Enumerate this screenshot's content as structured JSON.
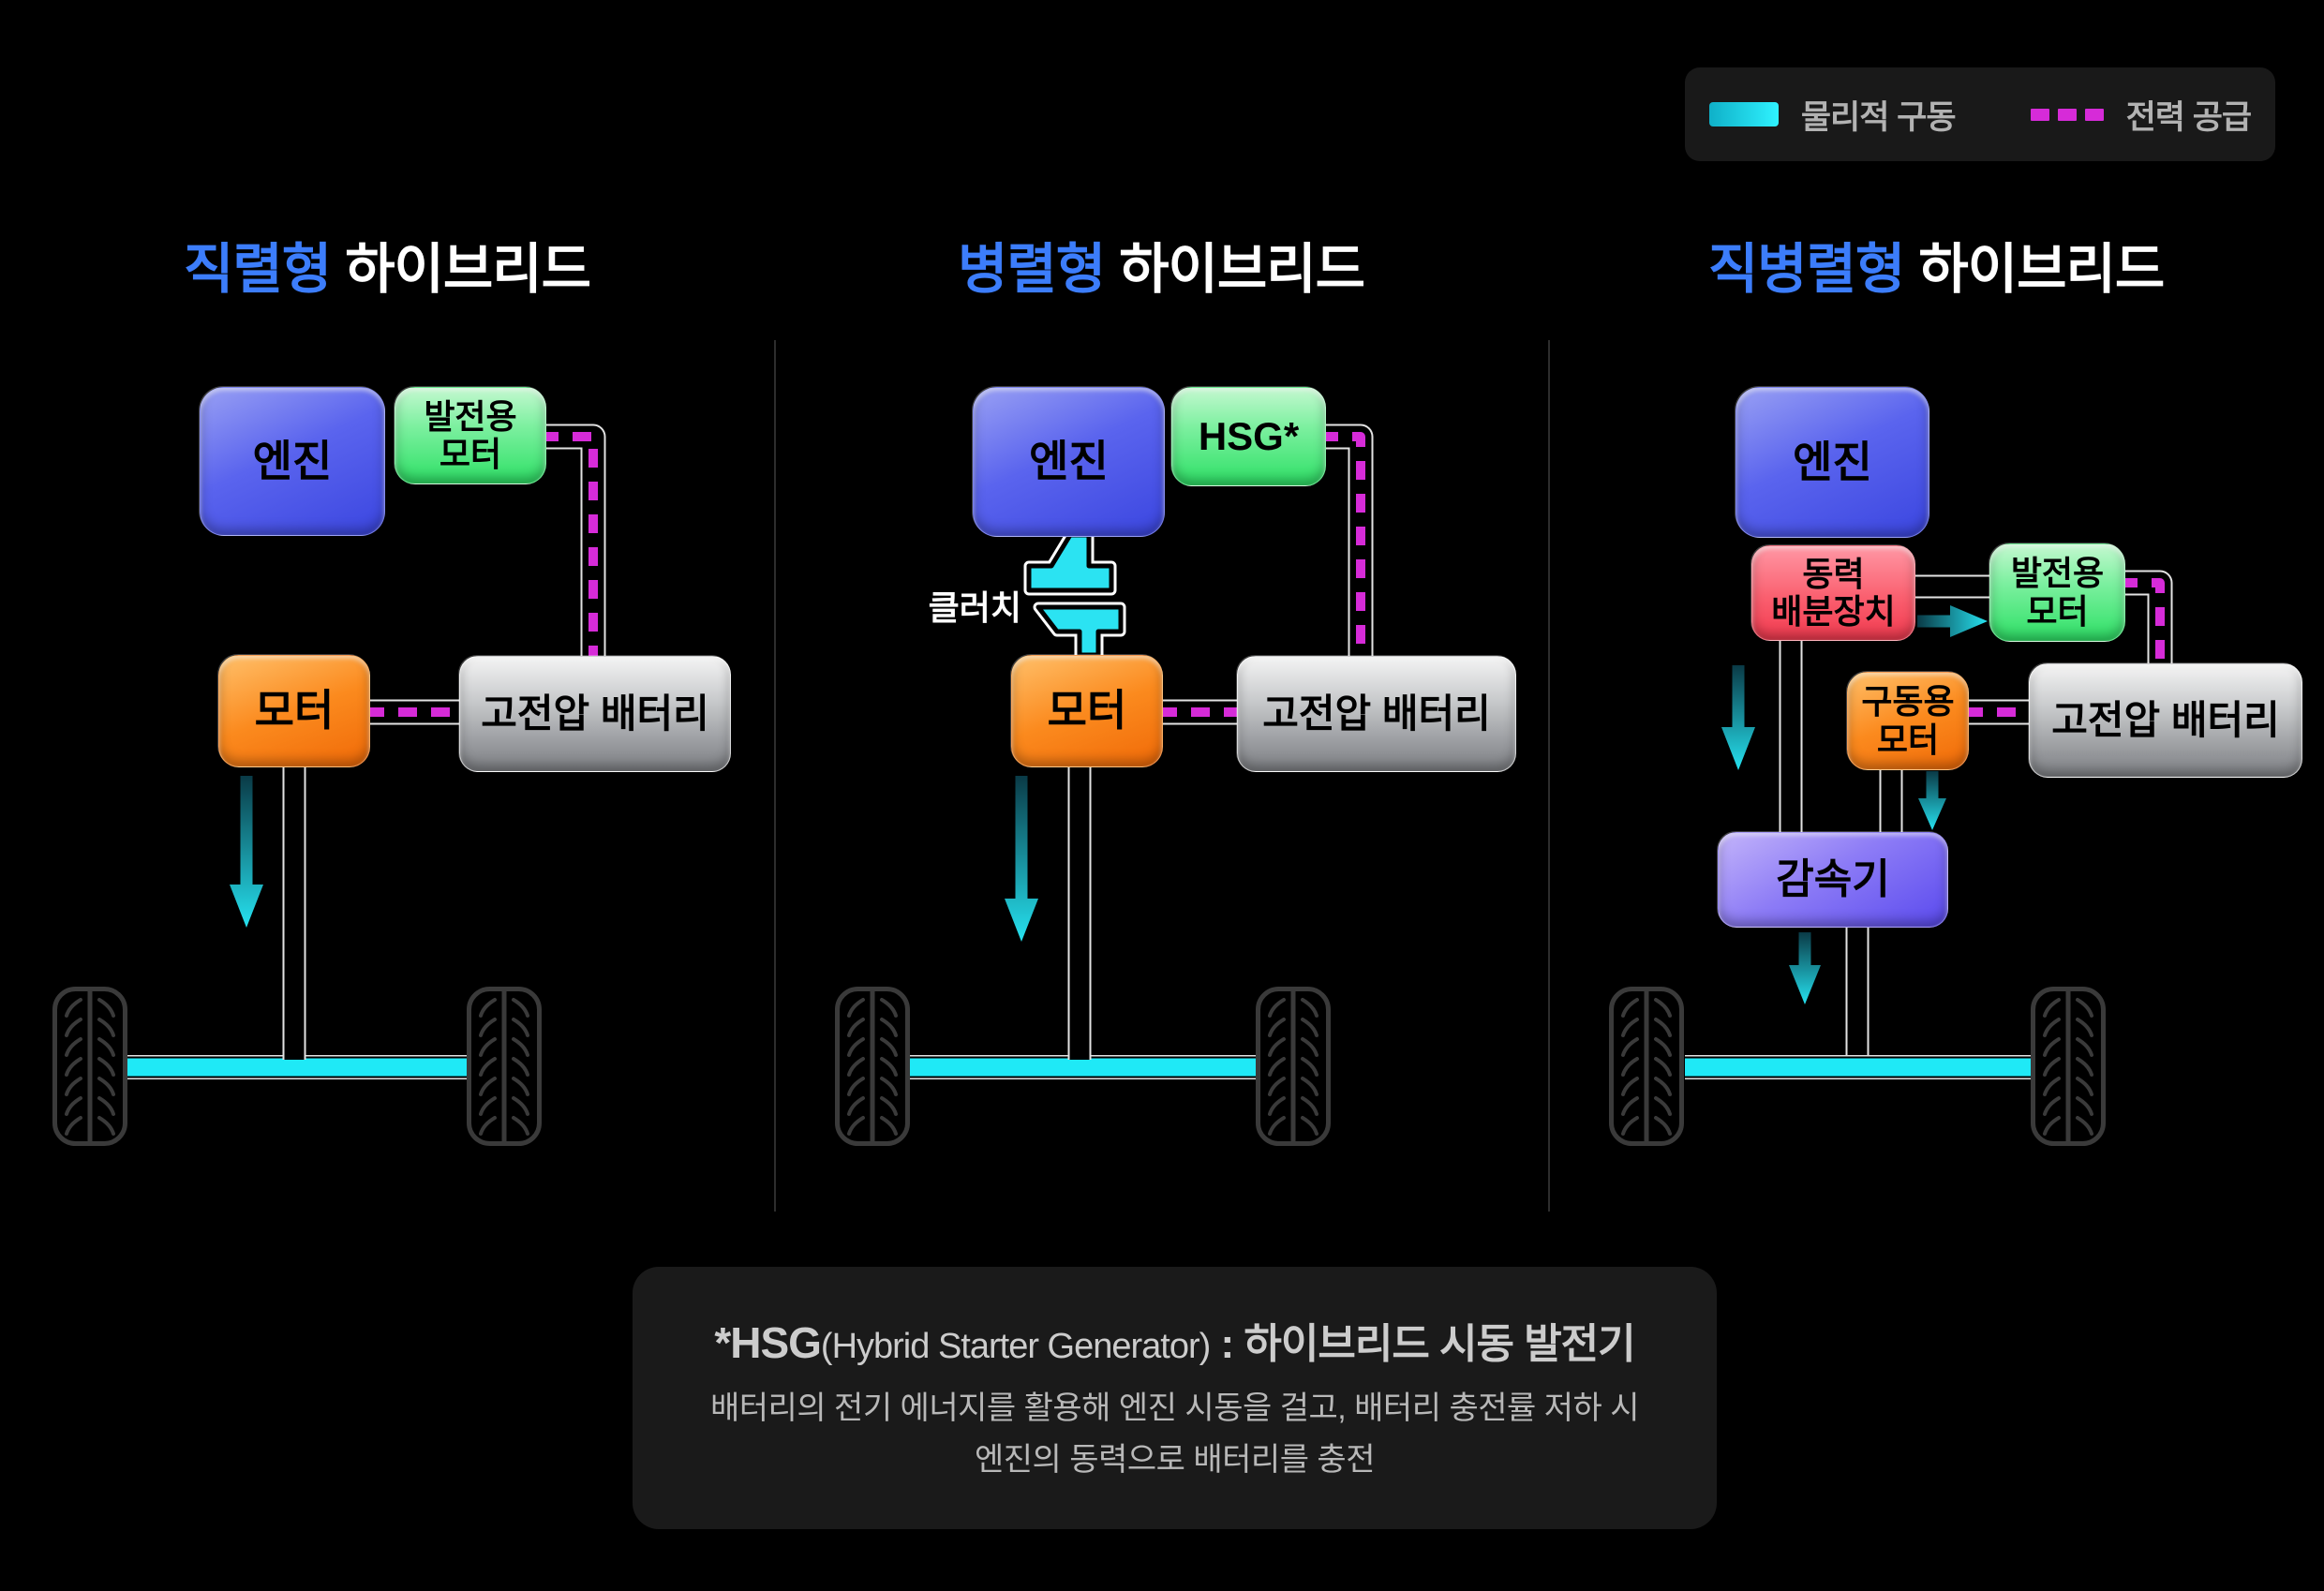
{
  "legend": {
    "items": [
      {
        "swatch": "cyan-solid-line",
        "label": "물리적 구동"
      },
      {
        "swatch": "magenta-dashed-line",
        "label": "전력 공급"
      }
    ]
  },
  "diagrams": [
    {
      "title_accent": "직렬형",
      "title_rest": " 하이브리드",
      "boxes": {
        "engine": "엔진",
        "generator": "발전용\n모터",
        "motor": "모터",
        "battery": "고전압 배터리"
      }
    },
    {
      "title_accent": "병렬형",
      "title_rest": " 하이브리드",
      "clutch_label": "클러치",
      "boxes": {
        "engine": "엔진",
        "hsg": "HSG*",
        "motor": "모터",
        "battery": "고전압 배터리"
      }
    },
    {
      "title_accent": "직병렬형",
      "title_rest": " 하이브리드",
      "boxes": {
        "engine": "엔진",
        "power_split": "동력\n배분장치",
        "generator": "발전용\n모터",
        "drive_motor": "구동용\n모터",
        "battery": "고전압 배터리",
        "reducer": "감속기"
      }
    }
  ],
  "note": {
    "title_bold": "*HSG",
    "title_paren": "(Hybrid Starter Generator)",
    "title_rest": " : 하이브리드 시동 발전기",
    "body_line1": "배터리의 전기 에너지를  활용해 엔진 시동을 걸고, 배터리 충전률 저하 시",
    "body_line2": "엔진의 동력으로 배터리를 충전"
  },
  "colors": {
    "title_accent_blue": "#3C7DFB",
    "drive_cyan": "#25E6F3",
    "power_magenta": "#D62BD8"
  }
}
